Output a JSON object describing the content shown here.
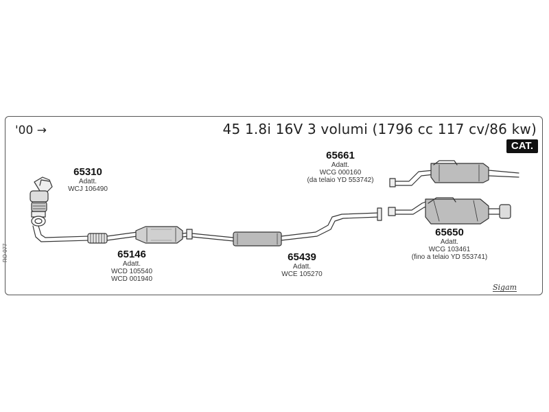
{
  "header": {
    "year_label": "'00 →",
    "title": "45 1.8i 16V 3 volumi (1796 cc 117 cv/86 kw)",
    "cat_badge": "CAT."
  },
  "parts": [
    {
      "id": "65310",
      "number": "65310",
      "lines": [
        "Adatt.",
        "WCJ 106490"
      ]
    },
    {
      "id": "65661",
      "number": "65661",
      "lines": [
        "Adatt.",
        "WCG 000160",
        "(da telaio YD 553742)"
      ]
    },
    {
      "id": "65650",
      "number": "65650",
      "lines": [
        "Adatt.",
        "WCG 103461",
        "(fino a telaio YD 553741)"
      ]
    },
    {
      "id": "65146",
      "number": "65146",
      "lines": [
        "Adatt.",
        "WCD 105540",
        "WCD 001940"
      ]
    },
    {
      "id": "65439",
      "number": "65439",
      "lines": [
        "Adatt.",
        "WCE 105270"
      ]
    }
  ],
  "footer": {
    "side_code": "RO 077",
    "brand": "Sigam"
  }
}
